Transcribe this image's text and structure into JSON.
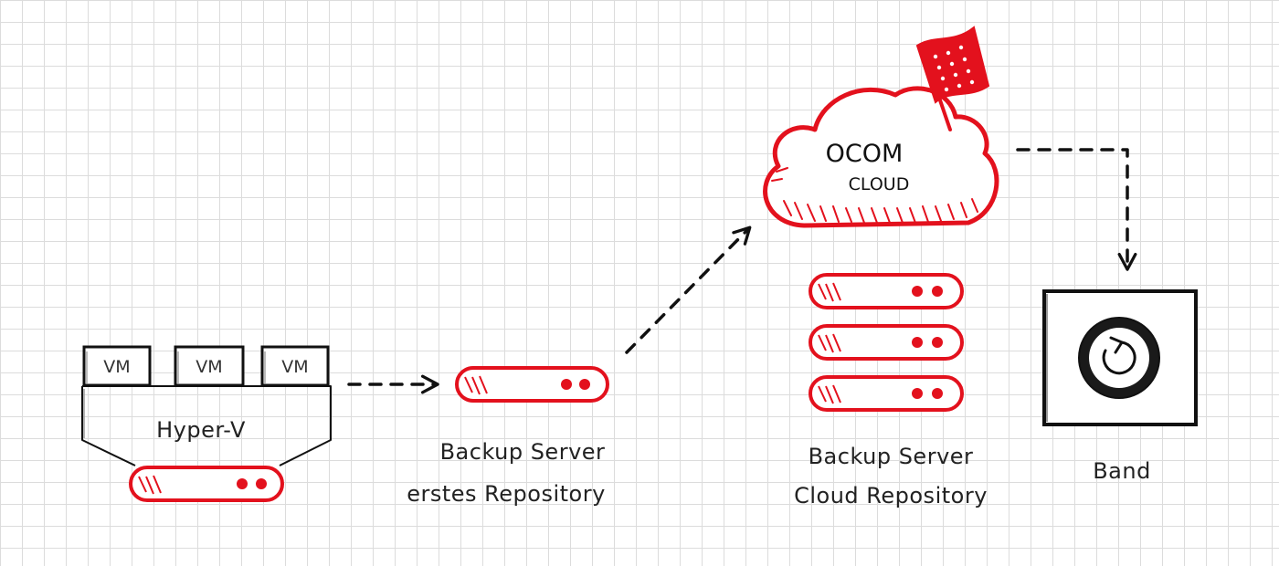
{
  "colors": {
    "accent": "#e3111d",
    "ink": "#111111",
    "grid": "#dcdcdc"
  },
  "hyperv": {
    "vm_labels": [
      "VM",
      "VM",
      "VM"
    ],
    "host_label": "Hyper-V"
  },
  "backup_first": {
    "line1": "Backup Server",
    "line2": "erstes Repository"
  },
  "cloud": {
    "title": "OCOM",
    "subtitle": "CLOUD",
    "flag_icon": "flag-icon"
  },
  "backup_cloud": {
    "line1": "Backup Server",
    "line2": "Cloud Repository"
  },
  "band": {
    "label": "Band",
    "icon": "tape-reel-icon"
  }
}
